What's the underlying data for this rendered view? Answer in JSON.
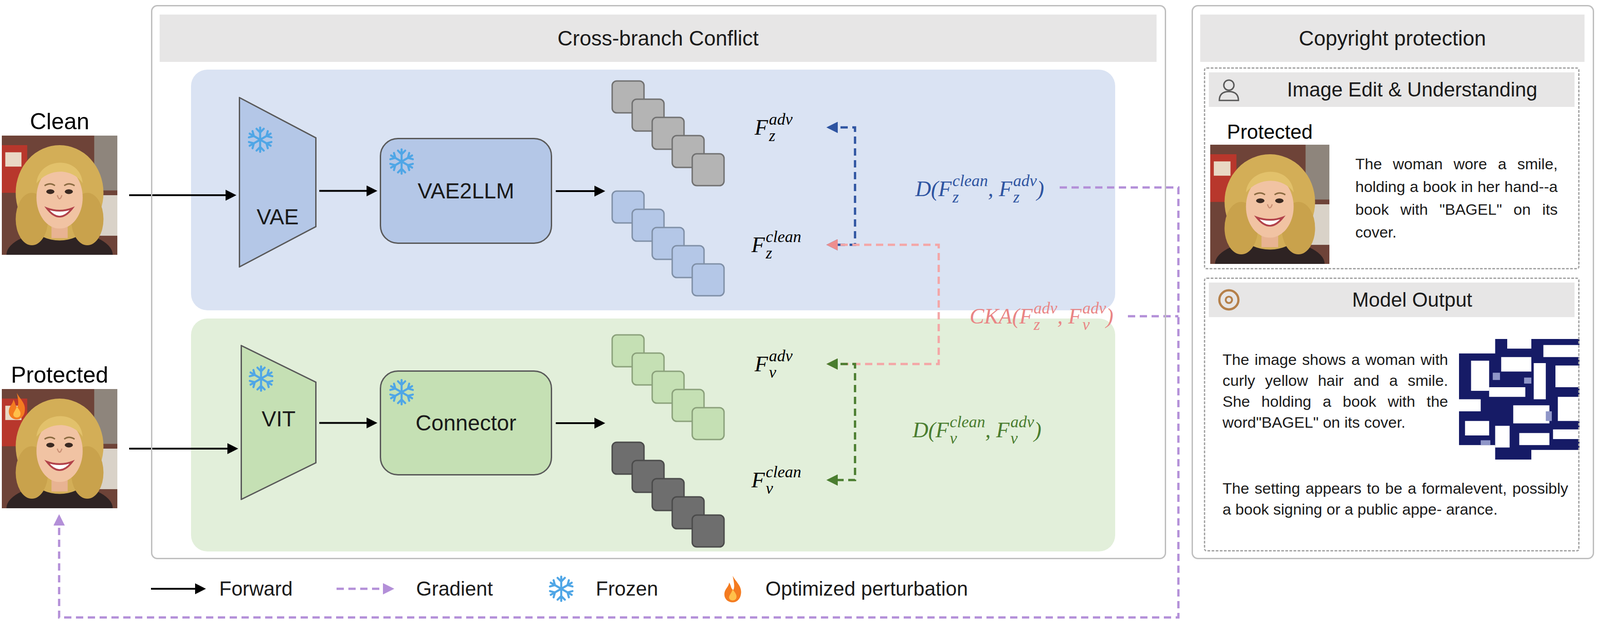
{
  "diagram": {
    "nodes": [
      {
        "text": [
          "Clean"
        ]
      },
      {
        "text": [
          "Cross-branch Conflict"
        ]
      },
      {
        "text": [
          "VAE"
        ],
        "in": 1
      },
      {
        "text": [
          "VAE2LLM"
        ],
        "in": 1
      },
      {
        "text": [
          "Protected"
        ]
      },
      {
        "text": [
          "VIT"
        ],
        "in": 1
      },
      {
        "text": [
          "Connector"
        ],
        "in": 1
      },
      {
        "text": [
          "Copyright protection"
        ]
      },
      {
        "text": [
          "Image Edit & Understanding",
          "The woman wore a smile, holding a book in her hand--a book with \"BAGEL\" on its cover."
        ],
        "in": 7
      },
      {
        "text": [
          "Protected"
        ],
        "in": 8
      },
      {
        "text": [
          "Model Output",
          "The image shows a woman with curly yellow hair and a smile. She holding a book with the word\"BAGEL\" on its cover.",
          "The setting appears to be a formalevent, possibly a book signing or a public appe- arance."
        ],
        "in": 7
      }
    ],
    "edges": [
      {
        "from": 0,
        "to": 2,
        "arrow": "to"
      },
      {
        "from": 2,
        "to": 3,
        "arrow": "to"
      },
      {
        "from": 4,
        "to": 5,
        "arrow": "to"
      },
      {
        "from": 5,
        "to": 6,
        "arrow": "to"
      }
    ],
    "labels": [
      "F",
      "adv",
      "z",
      "F",
      "clean",
      "z",
      "F",
      "adv",
      "v",
      "F",
      "clean",
      "v",
      "D(F",
      "clean",
      "z",
      ", F",
      "adv",
      "z",
      ")",
      "D(F",
      "clean",
      "v",
      ", F",
      "adv",
      "v",
      ")",
      "CKA(F",
      "adv",
      "z",
      ", F",
      "adv",
      "v",
      ")"
    ],
    "legend": [
      {
        "text": "Forward"
      },
      {
        "text": "Gradient"
      },
      {
        "text": "Frozen"
      },
      {
        "text": "Optimized perturbation"
      }
    ]
  }
}
